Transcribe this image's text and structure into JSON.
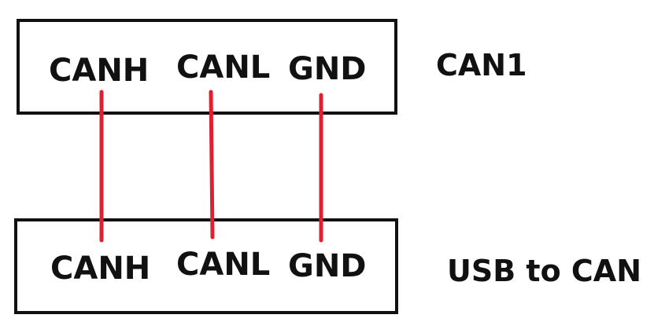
{
  "top_block": {
    "name": "CAN1",
    "pins": [
      "CANH",
      "CANL",
      "GND"
    ]
  },
  "bottom_block": {
    "name": "USB to CAN",
    "pins": [
      "CANH",
      "CANL",
      "GND"
    ]
  },
  "wiring": [
    {
      "from": "CANH",
      "to": "CANH"
    },
    {
      "from": "CANL",
      "to": "CANL"
    },
    {
      "from": "GND",
      "to": "GND"
    }
  ],
  "colors": {
    "wire": "#e02031",
    "outline": "#111111",
    "background": "#ffffff"
  }
}
